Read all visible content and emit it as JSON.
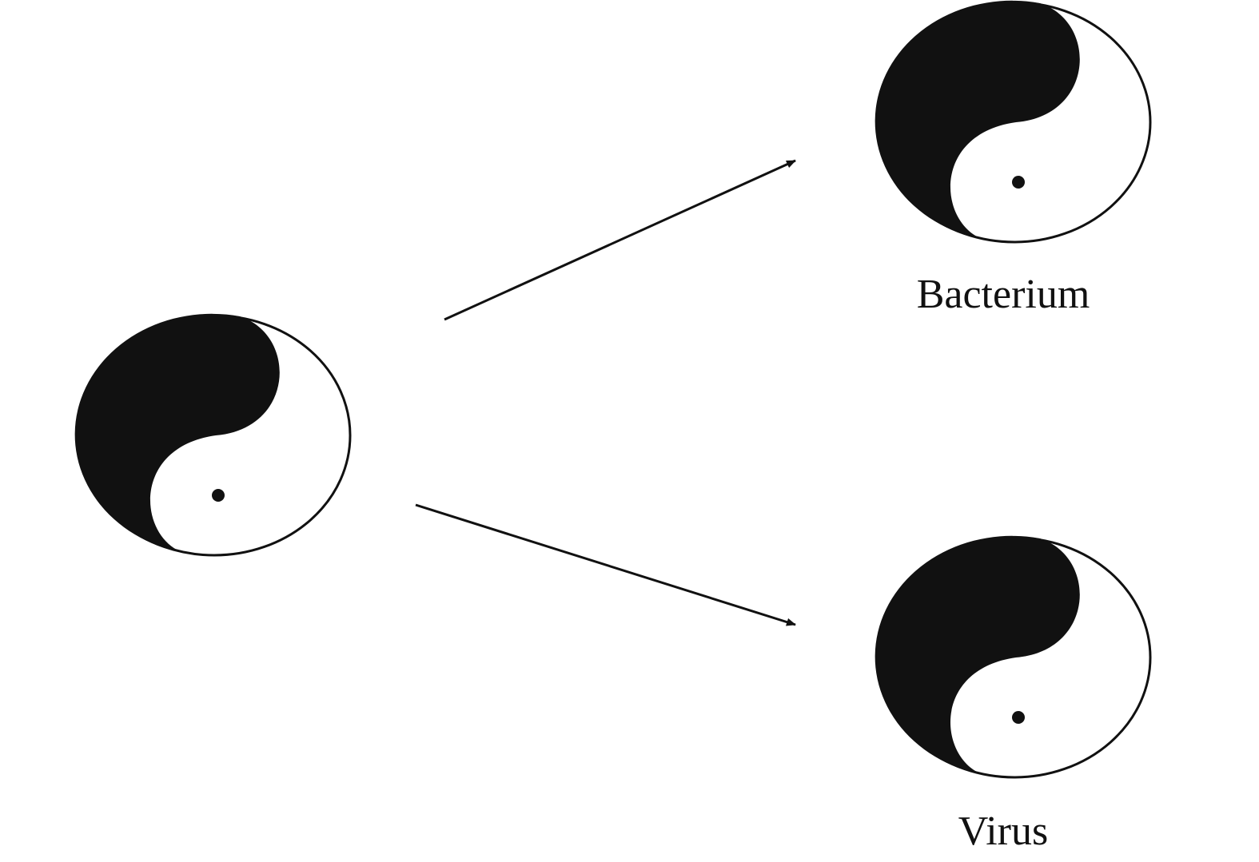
{
  "diagram": {
    "nodes": [
      {
        "id": "source",
        "label": ""
      },
      {
        "id": "bacterium",
        "label": "Bacterium"
      },
      {
        "id": "virus",
        "label": "Virus"
      }
    ],
    "edges": [
      {
        "from": "source",
        "to": "bacterium"
      },
      {
        "from": "source",
        "to": "virus"
      }
    ],
    "colors": {
      "ink": "#111111",
      "background": "#ffffff"
    }
  }
}
